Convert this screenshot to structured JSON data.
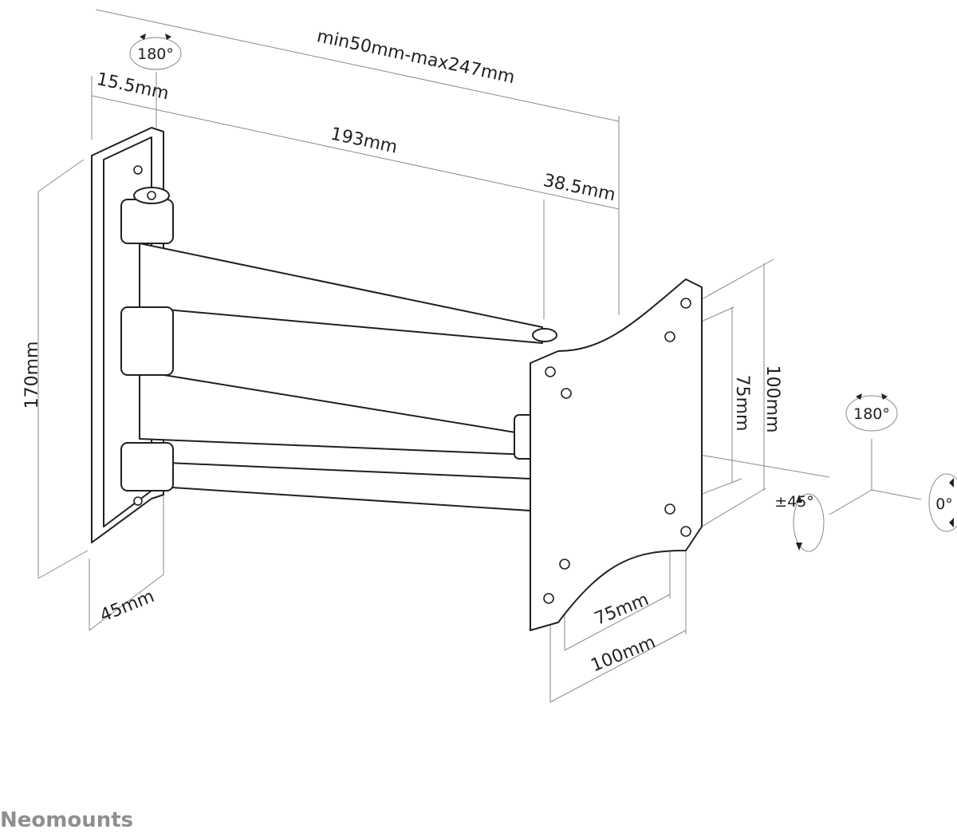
{
  "dimensions": {
    "extension": "min50mm-max247mm",
    "wall_offset": "15.5mm",
    "arm_length": "193mm",
    "plate_offset": "38.5mm",
    "wall_plate_height": "170mm",
    "wall_plate_width": "45mm",
    "vesa_vertical_max": "100mm",
    "vesa_vertical_min": "75mm",
    "vesa_horizontal_min": "75mm",
    "vesa_horizontal_max": "100mm"
  },
  "rotations": {
    "arm_swivel": "180°",
    "plate_swivel": "180°",
    "tilt": "±45°",
    "rotate": "0°"
  },
  "brand": "Neomounts"
}
